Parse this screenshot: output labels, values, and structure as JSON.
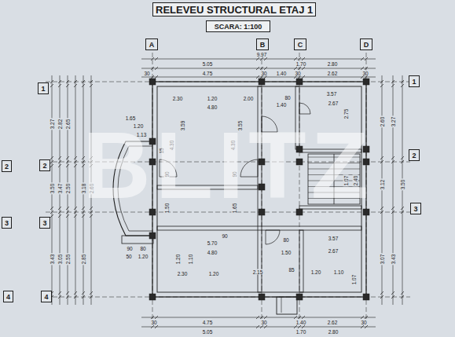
{
  "diagram": {
    "title": "RELEVEU STRUCTURAL ETAJ 1",
    "nodes": [
      {
        "text": [
          "RELEVEU STRUCTURAL ETAJ 1"
        ]
      },
      {
        "text": [
          "SCARA: 1:100"
        ]
      },
      {
        "text": [
          "A"
        ]
      },
      {
        "text": [
          "B"
        ]
      },
      {
        "text": [
          "C"
        ]
      },
      {
        "text": [
          "D"
        ]
      },
      {
        "text": [
          "1"
        ]
      },
      {
        "text": [
          "2"
        ]
      },
      {
        "text": [
          "3"
        ]
      },
      {
        "text": [
          "4"
        ]
      },
      {
        "text": [
          "1"
        ]
      },
      {
        "text": [
          "2"
        ]
      },
      {
        "text": [
          "3"
        ]
      },
      {
        "text": [
          "2"
        ]
      },
      {
        "text": [
          "3"
        ]
      },
      {
        "text": [
          "4"
        ]
      }
    ],
    "edges": [],
    "labels": [
      "9.97",
      "5.05",
      "1.70",
      "2.80",
      "30",
      "4.75",
      "30",
      "1.40",
      "30",
      "2.62",
      "30",
      "2.30",
      "1.20",
      "2.00",
      "80",
      "3.57",
      "1.40",
      "2.67",
      "4.80",
      "3.59",
      "4.30",
      "4.30",
      "3.55",
      "2.75",
      "1.65",
      "1.20",
      "1.13",
      "15",
      "90",
      "90",
      "1.50",
      "1.65",
      "1.07",
      "2.40",
      "90",
      "5.70",
      "4.80",
      "80",
      "1.50",
      "3.57",
      "2.67",
      "1.10",
      "1.20",
      "2.30",
      "1.20",
      "2.15",
      "85",
      "1.20",
      "1.10",
      "1.07",
      "90",
      "80",
      "1.20",
      "50",
      "4.75",
      "1.40",
      "2.62",
      "5.05",
      "1.70",
      "2.80",
      "30",
      "30",
      "30",
      "3.27",
      "2.82",
      "2.65",
      "3.50",
      "3.47",
      "2.50",
      "3.18",
      "2.60",
      "3.43",
      "3.05",
      "2.55",
      "2.85",
      "2.60",
      "3.27",
      "3.12",
      "3.50",
      "3.07",
      "3.43",
      "BLITZ"
    ]
  }
}
